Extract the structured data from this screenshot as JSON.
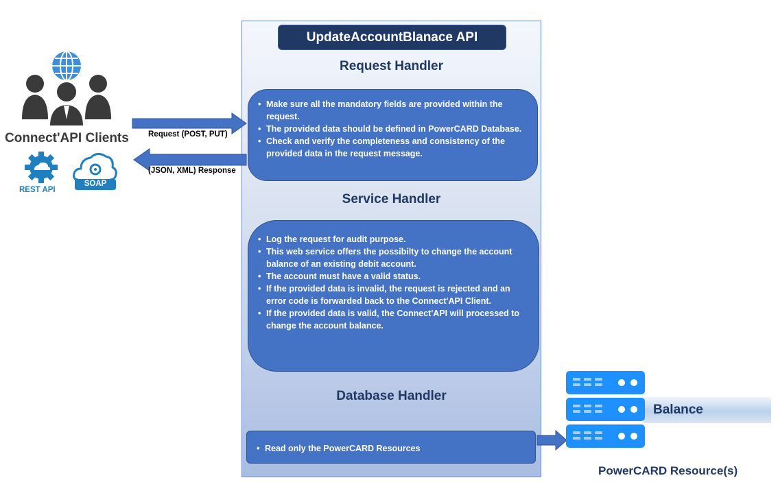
{
  "title": "UpdateAccountBlanace API",
  "clients": {
    "label": "Connect'API Clients",
    "rest_label": "REST API",
    "soap_label": "SOAP"
  },
  "arrows": {
    "request_label": "Request (POST, PUT)",
    "response_label": "(JSON, XML) Response"
  },
  "request_handler": {
    "heading": "Request Handler",
    "items": [
      "Make sure all the mandatory fields are provided within the request.",
      "The provided data should be defined in PowerCARD Database.",
      "Check and verify the completeness and consistency of the provided data in the request message."
    ]
  },
  "service_handler": {
    "heading": "Service Handler",
    "items": [
      "Log the request for audit purpose.",
      "This web service offers the possibilty to change the account balance of an existing debit account.",
      "The account must have a valid status.",
      "If the provided data is invalid, the request is rejected and an error code is forwarded back to the Connect'API Client.",
      "If the provided data is valid, the Connect'API will processed to change the account balance."
    ]
  },
  "database_handler": {
    "heading": "Database Handler",
    "items": [
      "Read only the PowerCARD Resources"
    ]
  },
  "resources": {
    "balance_label": "Balance",
    "label": "PowerCARD Resource(s)"
  },
  "colors": {
    "title_bg": "#1f3864",
    "bubble_bg": "#4472c4",
    "arrow": "#4472c4",
    "server": "#1e90ff",
    "heading": "#1f3864"
  }
}
